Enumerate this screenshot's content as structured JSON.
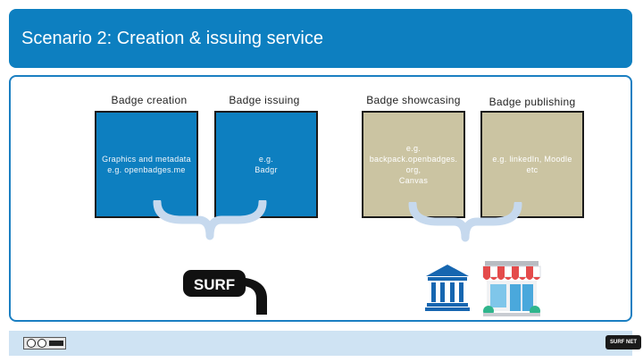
{
  "slide": {
    "title": "Scenario 2: Creation & issuing service"
  },
  "columns": [
    {
      "label": "Badge creation",
      "lines": [
        "Graphics and metadata",
        "e.g.  openbadges.me"
      ]
    },
    {
      "label": "Badge issuing",
      "lines": [
        "e.g.",
        "Badgr"
      ]
    },
    {
      "label": "Badge showcasing",
      "lines": [
        "e.g.",
        "backpack.openbadges.",
        "org,",
        "Canvas"
      ]
    },
    {
      "label": "Badge publishing",
      "lines": [
        "e.g. linkedIn, Moodle",
        "etc"
      ]
    }
  ],
  "logos": {
    "surf": "SURF",
    "surfnet": "SURF NET"
  },
  "icons": {
    "institution": "bank-building-icon",
    "storefront": "shop-icon",
    "license": "creative-commons-icon"
  },
  "colors": {
    "primary_blue": "#0d7fc0",
    "tan": "#cbc4a2",
    "brace": "#c6d9ee",
    "footer": "#cfe3f3"
  }
}
